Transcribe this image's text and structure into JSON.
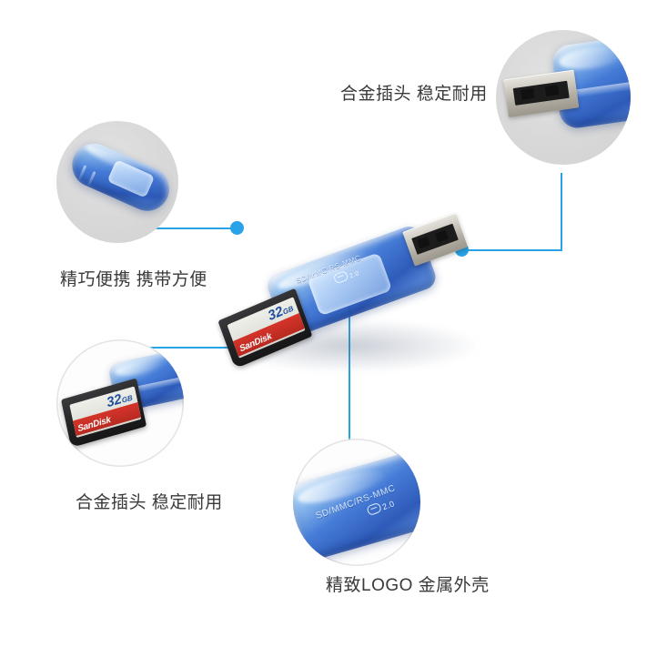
{
  "page": {
    "background_color": "#ffffff",
    "accent_color": "#29a3e8",
    "text_color": "#3a3a3a"
  },
  "product": {
    "type": "usb-card-reader",
    "housing_color": "#2f6fd0",
    "printed_text": "SD/MMC/RS-MMC",
    "usb_logo_text": "2.0",
    "memory_card": {
      "brand": "SanDisk",
      "capacity": "32",
      "capacity_unit": "GB",
      "body_color": "#1e1e20",
      "label_accent": "#c53026"
    }
  },
  "callouts": [
    {
      "id": "alloy-plug-top",
      "label": "合金插头 稳定耐用",
      "inset": "usb-connector-closeup"
    },
    {
      "id": "portable",
      "label": "精巧便携 携带方便",
      "inset": "reader-body-closeup"
    },
    {
      "id": "alloy-plug-left",
      "label": "合金插头 稳定耐用",
      "inset": "sd-card-inserted-closeup"
    },
    {
      "id": "logo-shell",
      "label": "精致LOGO 金属外壳",
      "inset": "logo-engraving-closeup"
    }
  ]
}
